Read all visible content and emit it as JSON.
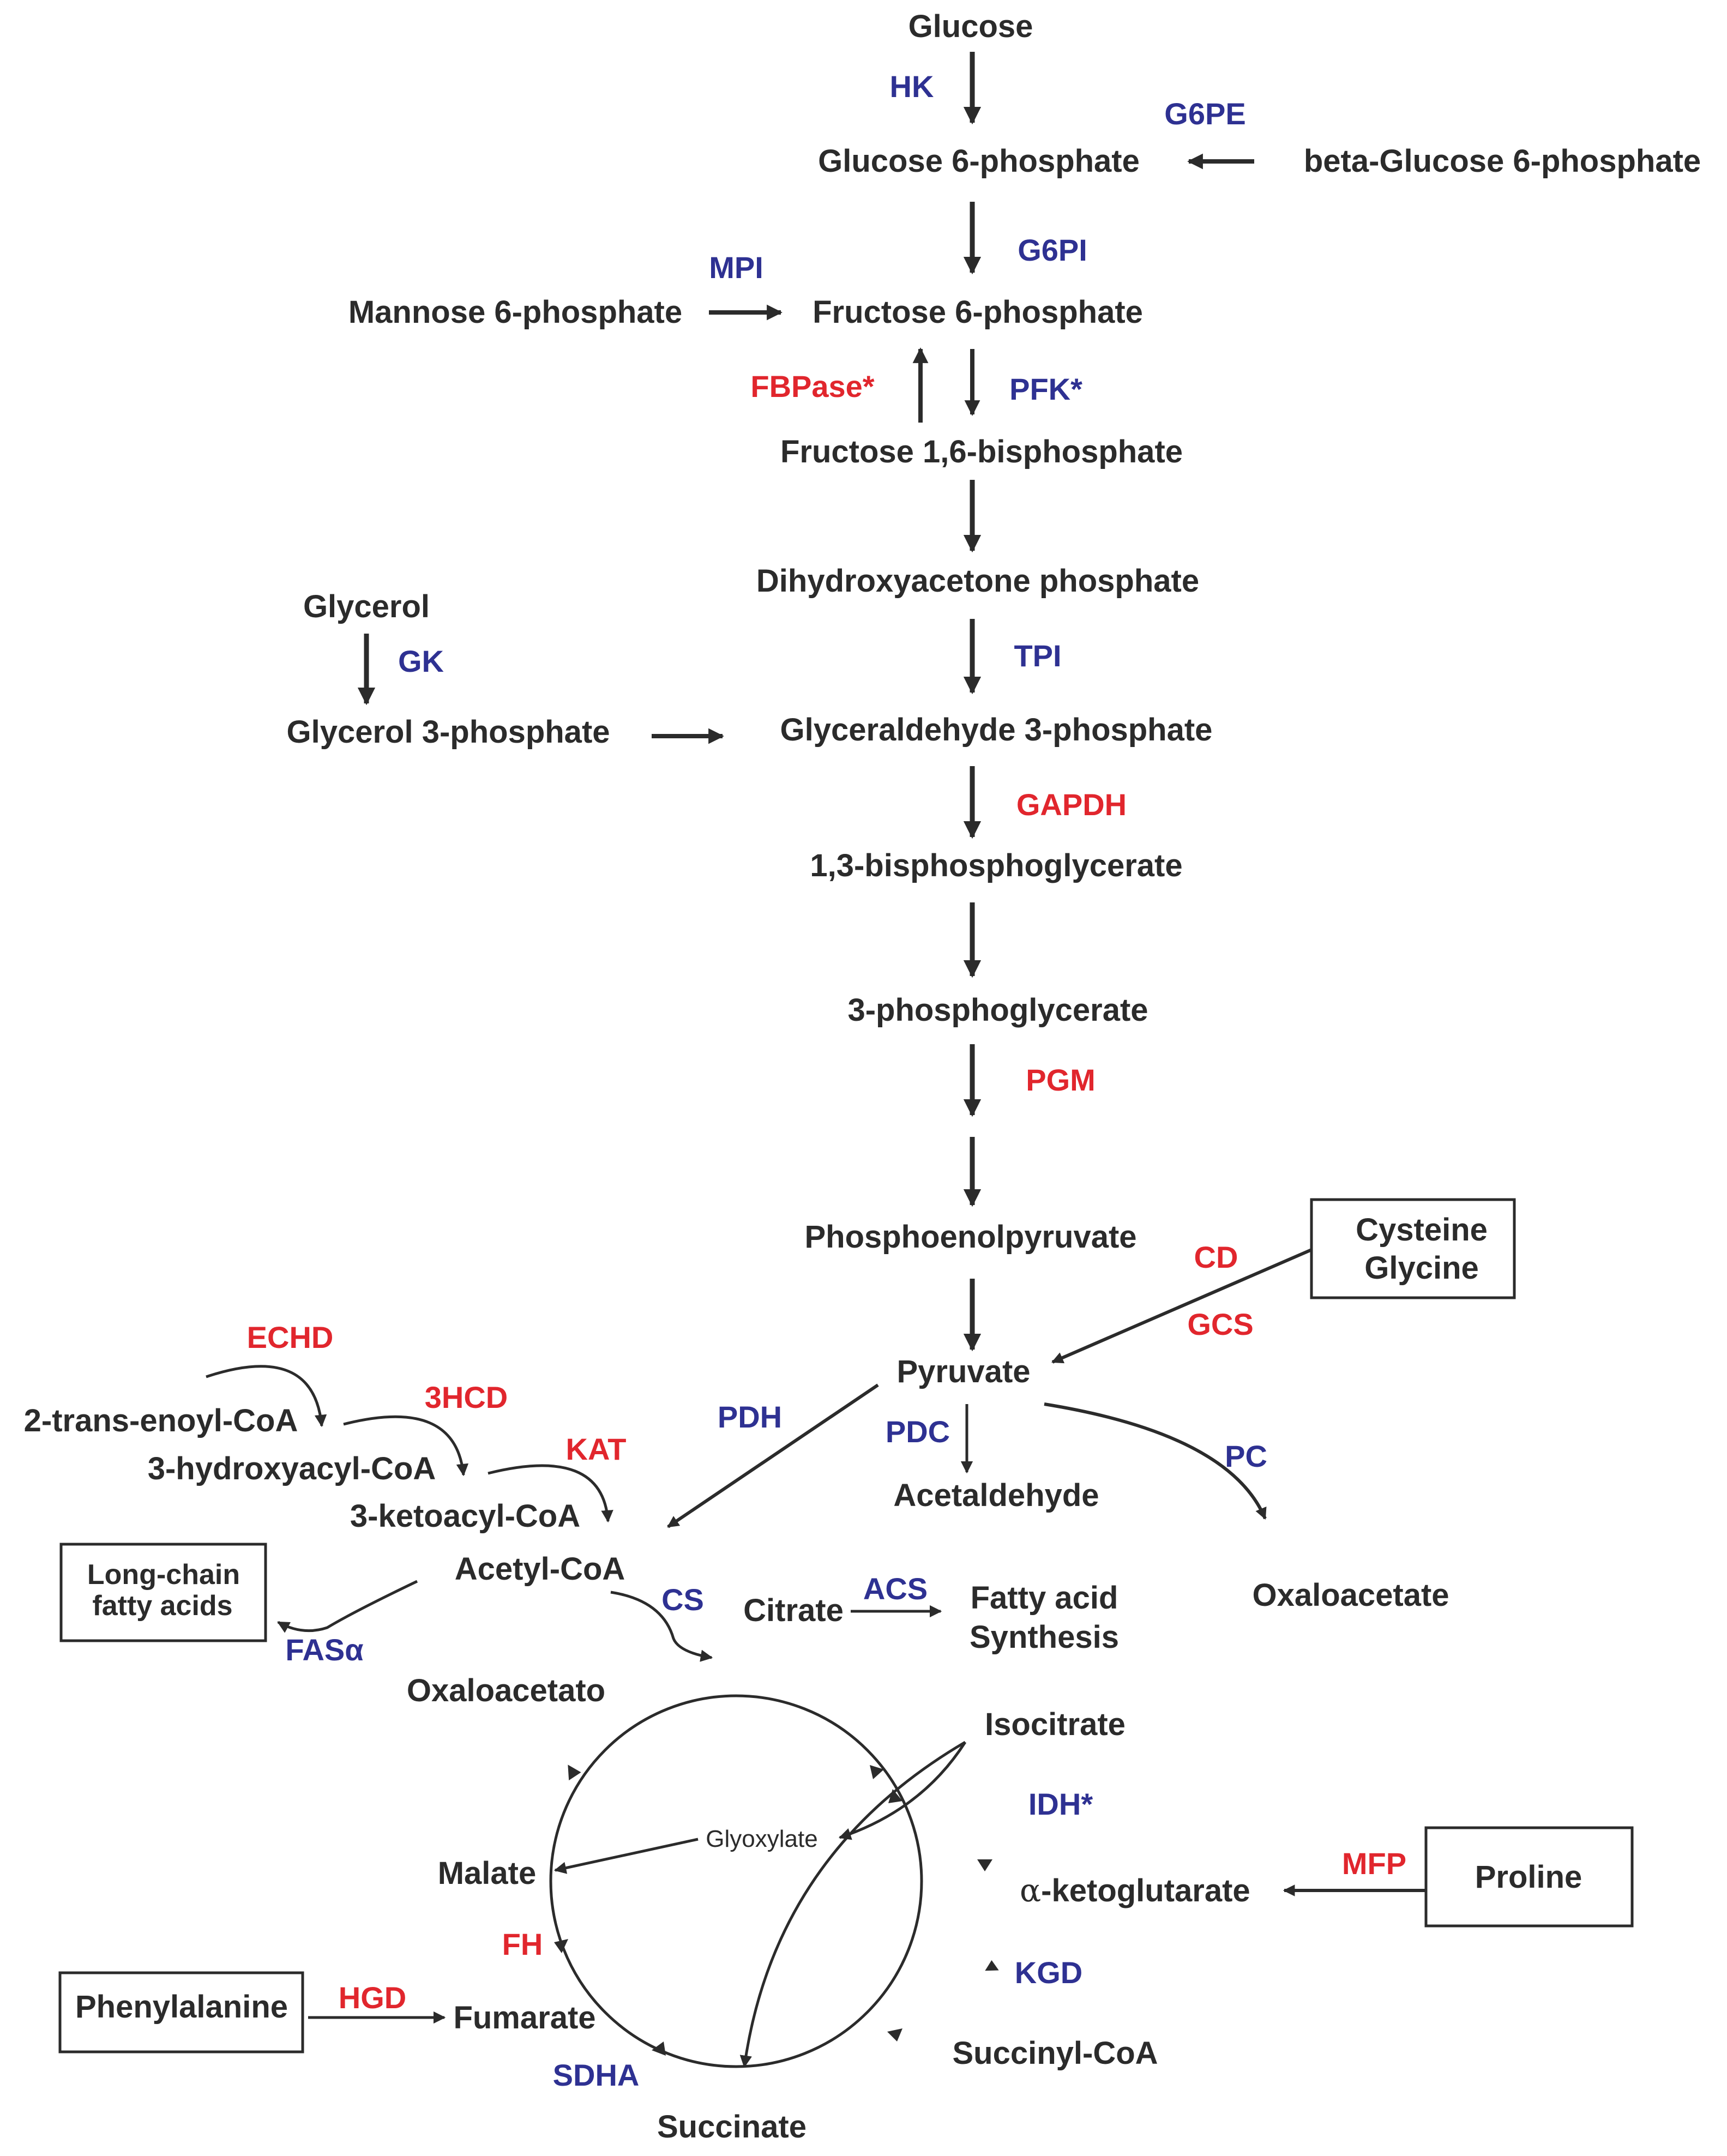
{
  "colors": {
    "metabolite": "#2b2b2b",
    "enzyme_blue": "#2e3192",
    "enzyme_red": "#e1262d"
  },
  "metabolites": {
    "glucose": "Glucose",
    "g6p": "Glucose 6-phosphate",
    "beta_g6p": "beta-Glucose 6-phosphate",
    "mannose6p": "Mannose 6-phosphate",
    "f6p": "Fructose 6-phosphate",
    "f16bp": "Fructose 1,6-bisphosphate",
    "dhap": "Dihydroxyacetone phosphate",
    "glycerol": "Glycerol",
    "glycerol3p": "Glycerol 3-phosphate",
    "g3p": "Glyceraldehyde 3-phosphate",
    "bpg": "1,3-bisphosphoglycerate",
    "pg3": "3-phosphoglycerate",
    "pep": "Phosphoenolpyruvate",
    "pyruvate": "Pyruvate",
    "acetaldehyde": "Acetaldehyde",
    "oaa_right": "Oxaloacetate",
    "enoyl": "2-trans-enoyl-CoA",
    "hydroxyacyl": "3-hydroxyacyl-CoA",
    "ketoacyl": "3-ketoacyl-CoA",
    "acetylcoa": "Acetyl-CoA",
    "citrate": "Citrate",
    "fatty_acid_1": "Fatty acid",
    "fatty_acid_2": "Synthesis",
    "oaa_cycle": "Oxaloacetato",
    "isocitrate": "Isocitrate",
    "glyoxylate": "Glyoxylate",
    "malate": "Malate",
    "akg_alpha": "α",
    "akg_rest": "-ketoglutarate",
    "fumarate": "Fumarate",
    "succinylcoa": "Succinyl-CoA",
    "succinate": "Succinate"
  },
  "boxes": {
    "cys": "Cysteine",
    "gly": "Glycine",
    "lcfa_1": "Long-chain",
    "lcfa_2": "fatty acids",
    "proline": "Proline",
    "phe": "Phenylalanine"
  },
  "enzymes": {
    "hk": "HK",
    "g6pe": "G6PE",
    "g6pi": "G6PI",
    "mpi": "MPI",
    "fbpase": "FBPase*",
    "pfk": "PFK*",
    "gk": "GK",
    "tpi": "TPI",
    "gapdh": "GAPDH",
    "pgm": "PGM",
    "cd": "CD",
    "gcs": "GCS",
    "echd": "ECHD",
    "hcd3": "3HCD",
    "kat": "KAT",
    "pdh": "PDH",
    "pdc": "PDC",
    "pc": "PC",
    "cs": "CS",
    "acs": "ACS",
    "fas": "FASα",
    "idh": "IDH*",
    "mfp": "MFP",
    "kgd": "KGD",
    "fh": "FH",
    "hgd": "HGD",
    "sdha": "SDHA"
  }
}
